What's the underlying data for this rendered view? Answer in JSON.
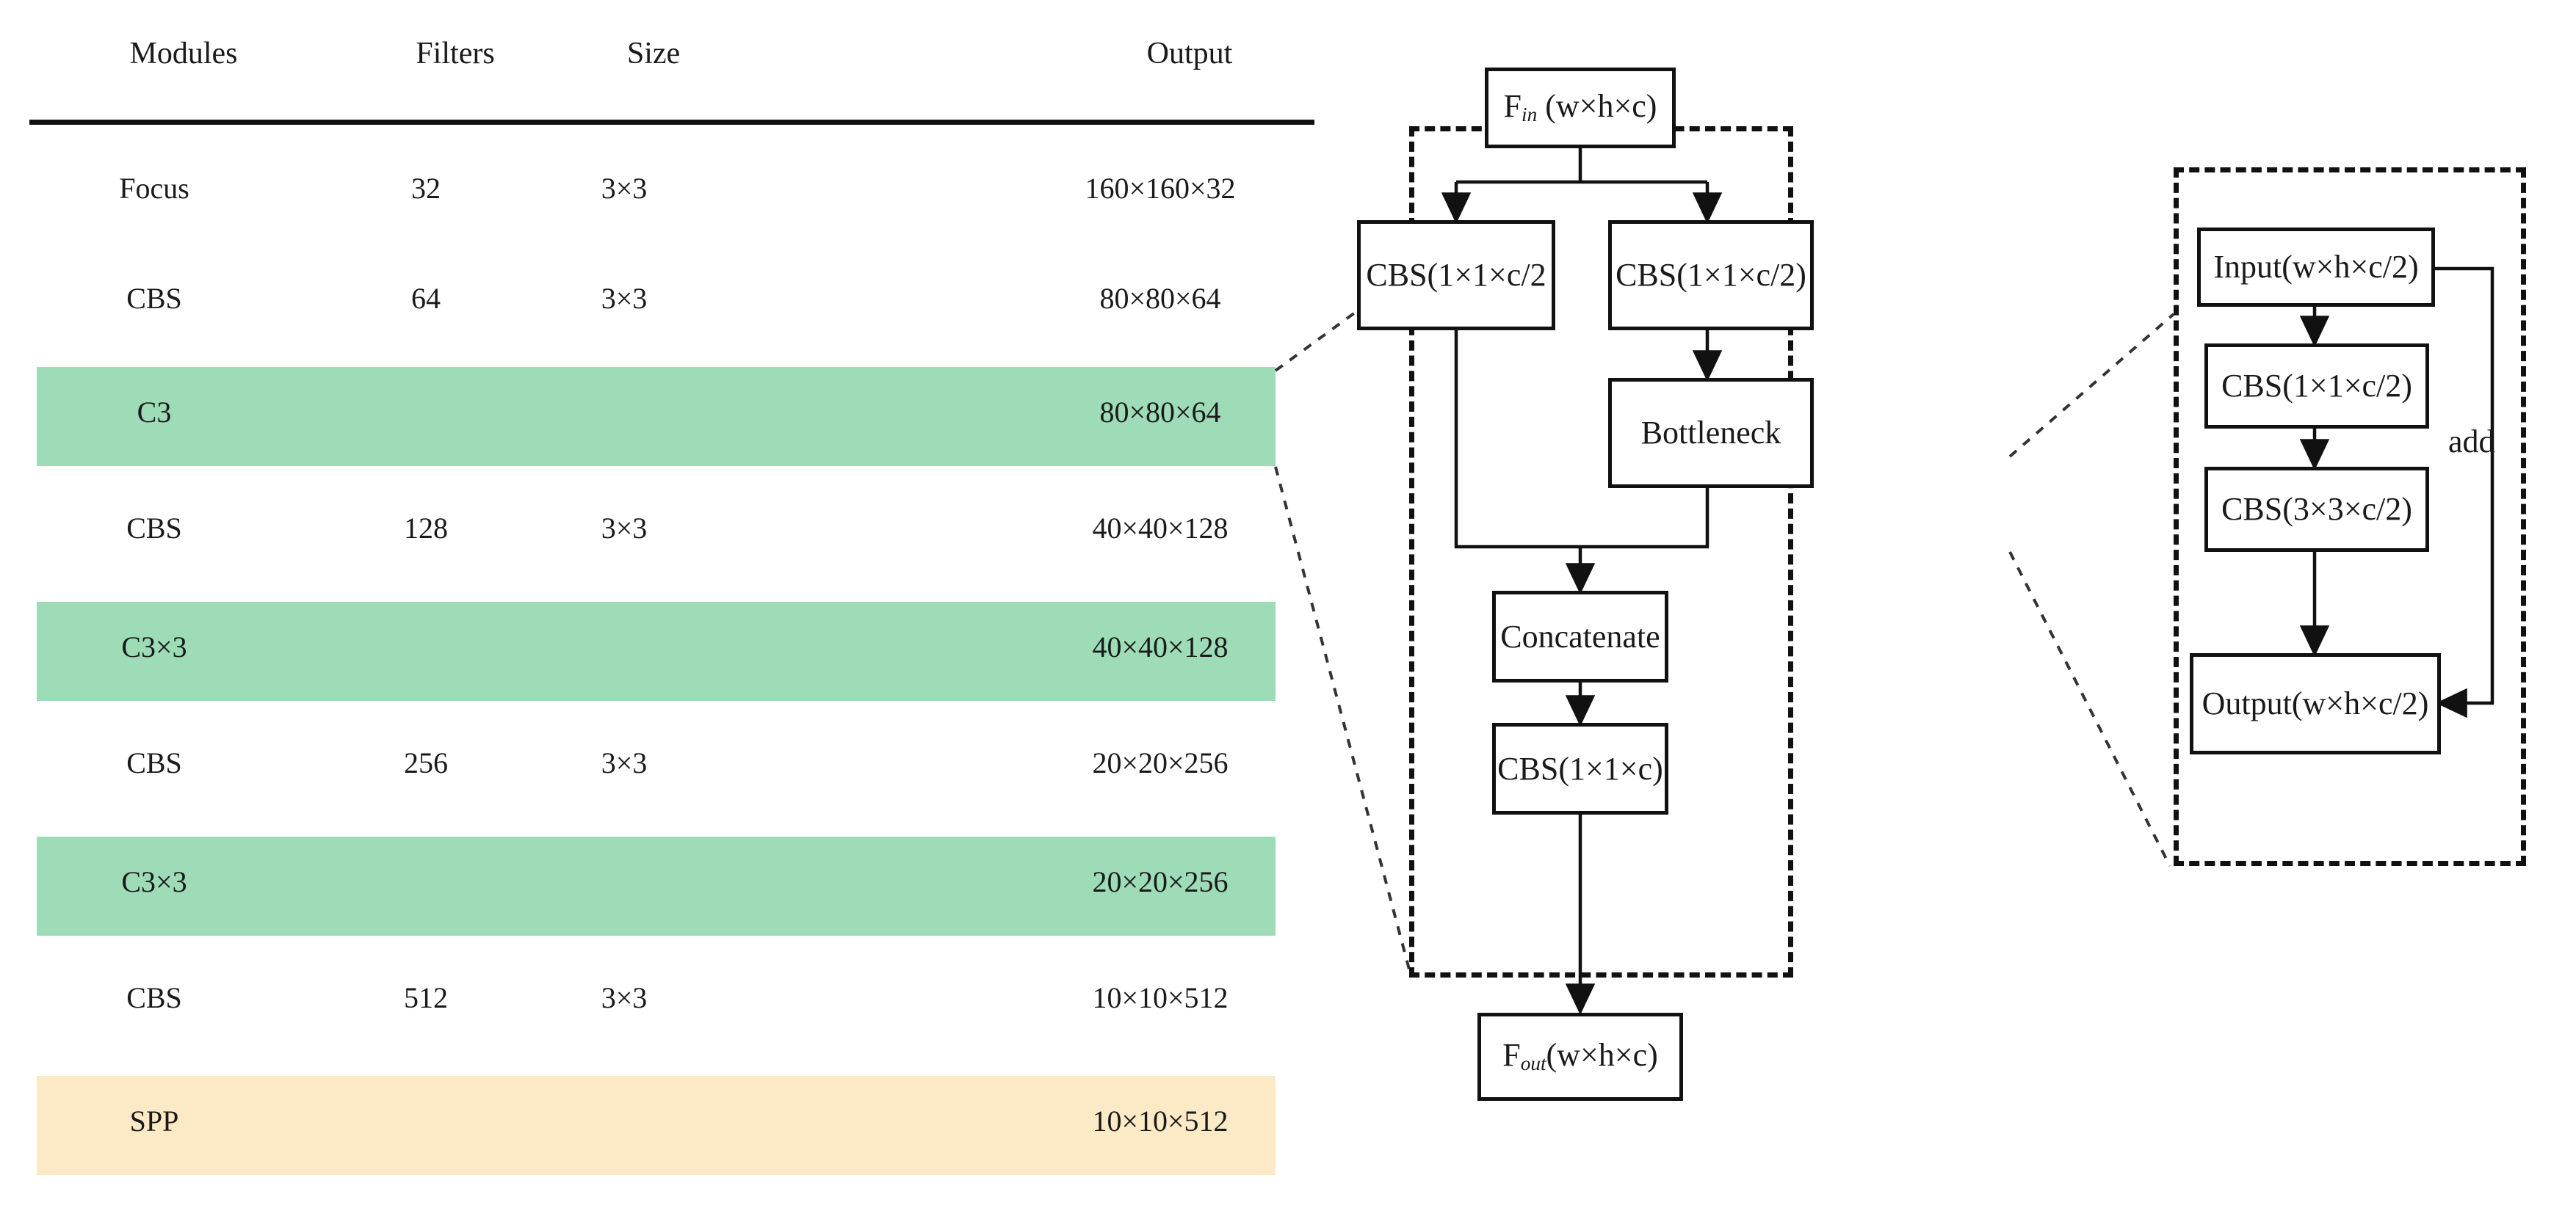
{
  "table": {
    "headers": [
      "Modules",
      "Filters",
      "Size",
      "Output"
    ],
    "rows": [
      {
        "module": "Focus",
        "filters": "32",
        "size": "3×3",
        "output": "160×160×32",
        "highlight": "none"
      },
      {
        "module": "CBS",
        "filters": "64",
        "size": "3×3",
        "output": "80×80×64",
        "highlight": "none"
      },
      {
        "module": "C3",
        "filters": "",
        "size": "",
        "output": "80×80×64",
        "highlight": "green"
      },
      {
        "module": "CBS",
        "filters": "128",
        "size": "3×3",
        "output": "40×40×128",
        "highlight": "none"
      },
      {
        "module": "C3×3",
        "filters": "",
        "size": "",
        "output": "40×40×128",
        "highlight": "green"
      },
      {
        "module": "CBS",
        "filters": "256",
        "size": "3×3",
        "output": "20×20×256",
        "highlight": "none"
      },
      {
        "module": "C3×3",
        "filters": "",
        "size": "",
        "output": "20×20×256",
        "highlight": "green"
      },
      {
        "module": "CBS",
        "filters": "512",
        "size": "3×3",
        "output": "10×10×512",
        "highlight": "none"
      },
      {
        "module": "SPP",
        "filters": "",
        "size": "",
        "output": "10×10×512",
        "highlight": "yellow"
      }
    ]
  },
  "colors": {
    "highlight_green": "#9ddcb7",
    "highlight_yellow": "#fceac6",
    "stroke": "#111111"
  },
  "c3_diagram": {
    "input_prefix": "F",
    "input_sub": "in",
    "input_suffix": " (w×h×c)",
    "branch_left": "CBS(1×1×c/2",
    "branch_right": "CBS(1×1×c/2)",
    "bottleneck": "Bottleneck",
    "concatenate": "Concatenate",
    "cbs_out": "CBS(1×1×c)",
    "output_prefix": "F",
    "output_sub": "out",
    "output_suffix": "(w×h×c)"
  },
  "bottleneck_diagram": {
    "input": "Input(w×h×c/2)",
    "cbs1": "CBS(1×1×c/2)",
    "cbs2": "CBS(3×3×c/2)",
    "output": "Output(w×h×c/2)",
    "add_label": "add"
  }
}
